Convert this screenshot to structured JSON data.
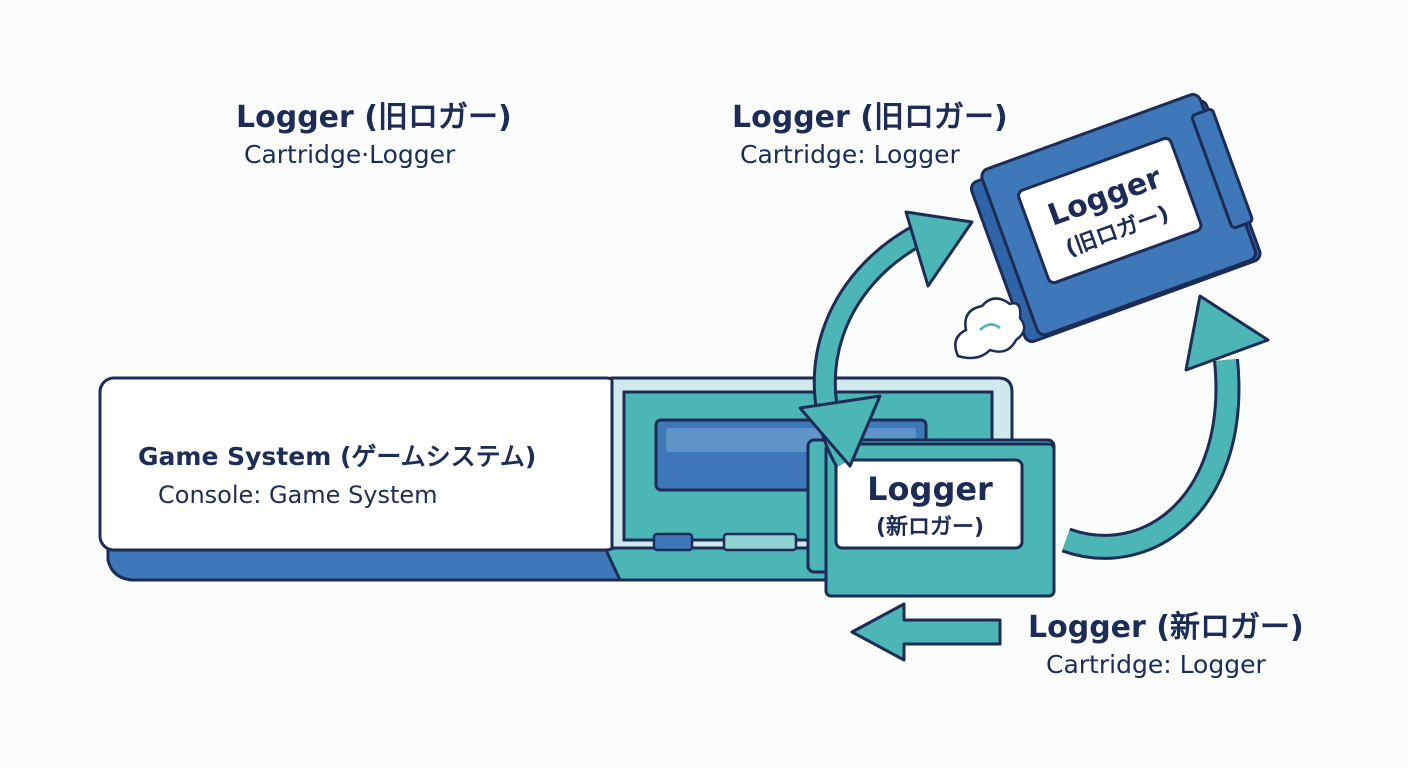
{
  "labels": {
    "top_left": {
      "title": "Logger (旧ロガー)",
      "subtitle": "Cartridge·Logger"
    },
    "top_right": {
      "title": "Logger (旧ロガー)",
      "subtitle": "Cartridge: Logger"
    },
    "bottom_right": {
      "title": "Logger (新ロガー)",
      "subtitle": "Cartridge: Logger"
    },
    "console": {
      "title": "Game System (ゲームシステム)",
      "subtitle": "Console: Game System"
    }
  },
  "cartridges": {
    "old": {
      "name": "Logger",
      "tag": "(旧ロガー)"
    },
    "new": {
      "name": "Logger",
      "tag": "(新ロガー)"
    }
  },
  "colors": {
    "navy": "#1c2c57",
    "blue": "#3e78b8",
    "teal": "#4cb5b5",
    "light_teal": "#cfe9ec"
  }
}
